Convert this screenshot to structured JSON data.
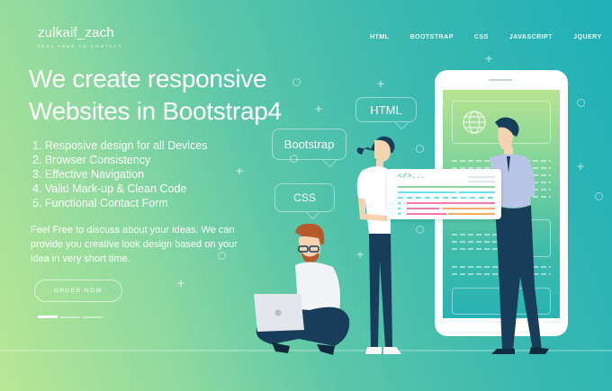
{
  "brand": {
    "name": "zulkaif_zach",
    "tagline": "FEEL FREE TO CONTACT"
  },
  "nav": {
    "items": [
      {
        "label": "HTML"
      },
      {
        "label": "BOOTSTRAP"
      },
      {
        "label": "CSS"
      },
      {
        "label": "JAVASCRIPT"
      },
      {
        "label": "JQUERY"
      }
    ]
  },
  "hero": {
    "title_line1": "We create responsive",
    "title_line2": "Websites in Bootstrap4",
    "features": [
      "1. Resposive design for all Devices",
      "2. Browser Consistency",
      "3. Effective Navigation",
      "4. Valid Mark-up & Clean Code",
      "5. Functional Contact Form"
    ],
    "description": "Feel Free to discuss about your ideas. We can provide you creative look design based on your idea in very short time.",
    "cta_label": "ORDER NOW"
  },
  "illustration": {
    "bubbles": {
      "html": "HTML",
      "bootstrap": "Bootstrap",
      "css": "CSS"
    },
    "code_card_tag": "</>...",
    "phone_icon": "globe-icon"
  },
  "colors": {
    "gradient_start": "#b9e795",
    "gradient_end": "#1fb0b8",
    "pants": "#173d5a",
    "code_cyan": "#6ee0e8",
    "code_pink": "#f07aa8",
    "code_orange": "#f5a962",
    "code_green": "#8fd9a0"
  }
}
